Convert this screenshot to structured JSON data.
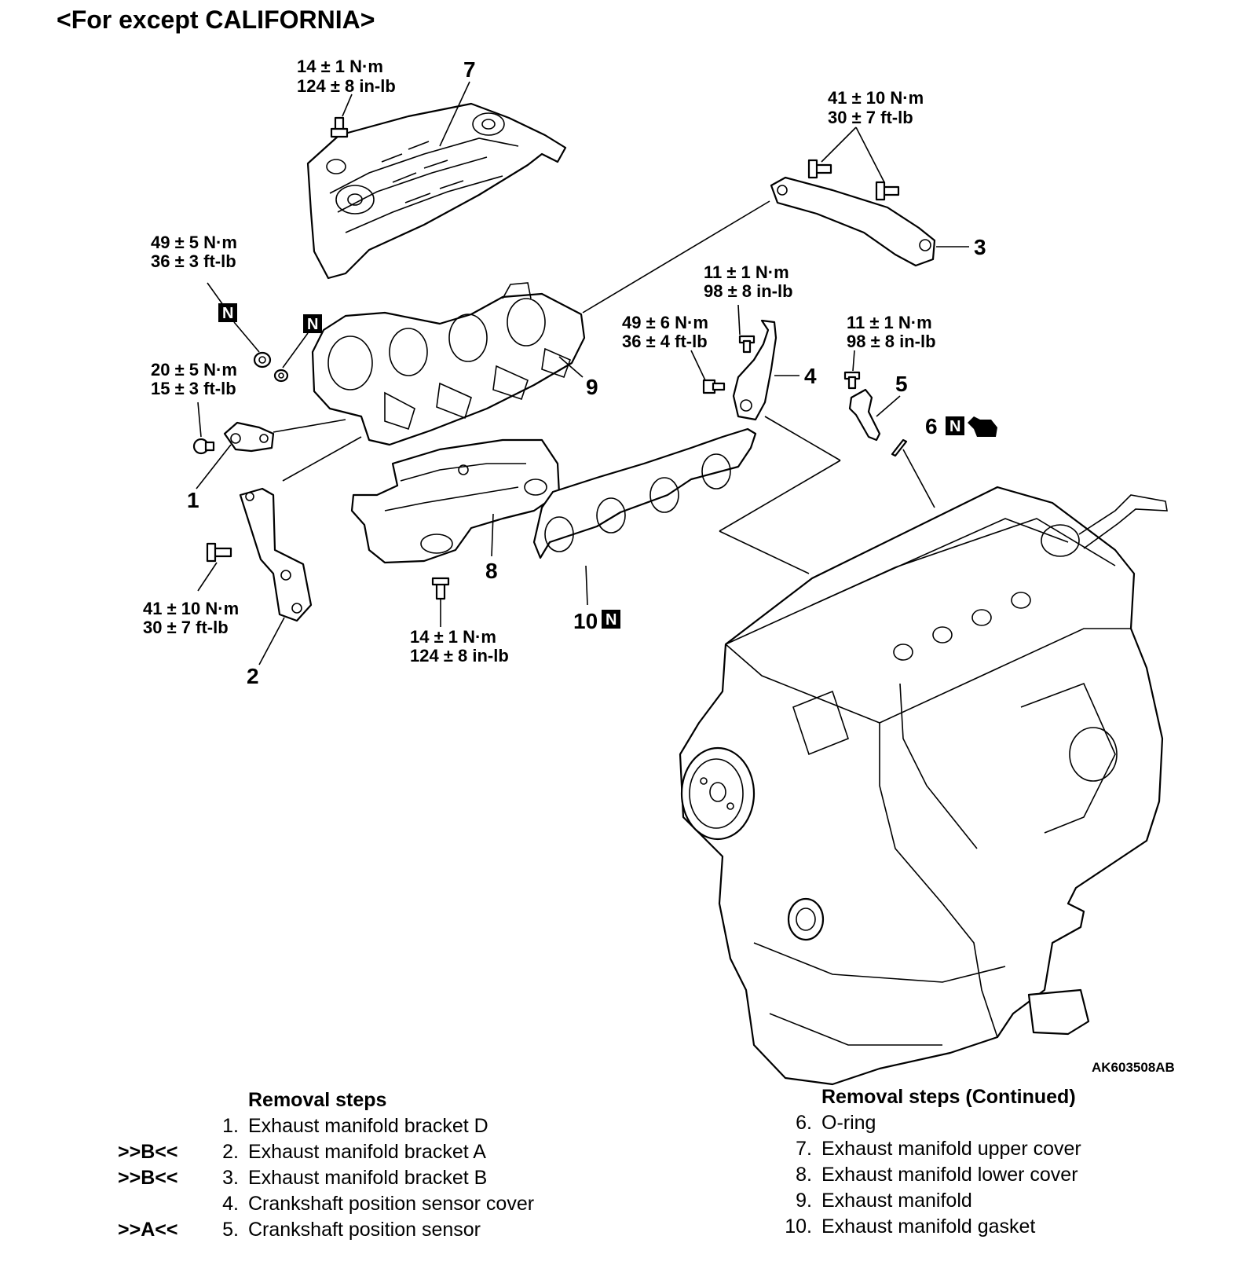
{
  "title": "<For except CALIFORNIA>",
  "figure_code": "AK603508AB",
  "torque_specs": {
    "upper_cover_bolt": [
      "14 ± 1 N·m",
      "124 ± 8 in-lb"
    ],
    "bracket_b_bolts": [
      "41 ± 10 N·m",
      "30 ± 7 ft-lb"
    ],
    "manifold_nut": [
      "49 ± 5 N·m",
      "36 ± 3 ft-lb"
    ],
    "sensor_cover_bolt": [
      "11 ± 1 N·m",
      "98 ± 8 in-lb"
    ],
    "cover_nut": [
      "49 ± 6 N·m",
      "36 ± 4 ft-lb"
    ],
    "sensor_bolt": [
      "11 ± 1 N·m",
      "98 ± 8 in-lb"
    ],
    "bracket_d_bolt": [
      "20 ± 5 N·m",
      "15 ± 3 ft-lb"
    ],
    "bracket_a_bolt": [
      "41 ± 10 N·m",
      "30 ± 7 ft-lb"
    ],
    "lower_cover_bolt": [
      "14 ± 1 N·m",
      "124 ± 8 in-lb"
    ]
  },
  "callouts": {
    "n1": "1",
    "n2": "2",
    "n3": "3",
    "n4": "4",
    "n5": "5",
    "n6": "6",
    "n7": "7",
    "n8": "8",
    "n9": "9",
    "n10": "10",
    "new_part": "N"
  },
  "removal_steps": {
    "heading": "Removal steps",
    "items": [
      {
        "mark": "",
        "no": "1.",
        "text": "Exhaust manifold bracket D"
      },
      {
        "mark": ">>B<<",
        "no": "2.",
        "text": "Exhaust manifold bracket A"
      },
      {
        "mark": ">>B<<",
        "no": "3.",
        "text": "Exhaust manifold bracket B"
      },
      {
        "mark": "",
        "no": "4.",
        "text": "Crankshaft position sensor cover"
      },
      {
        "mark": ">>A<<",
        "no": "5.",
        "text": "Crankshaft position sensor"
      }
    ]
  },
  "removal_steps_continued": {
    "heading": "Removal steps (Continued)",
    "items": [
      {
        "no": "6.",
        "text": "O-ring"
      },
      {
        "no": "7.",
        "text": "Exhaust manifold upper cover"
      },
      {
        "no": "8.",
        "text": "Exhaust manifold lower cover"
      },
      {
        "no": "9.",
        "text": "Exhaust manifold"
      },
      {
        "no": "10.",
        "text": "Exhaust manifold gasket"
      }
    ]
  }
}
